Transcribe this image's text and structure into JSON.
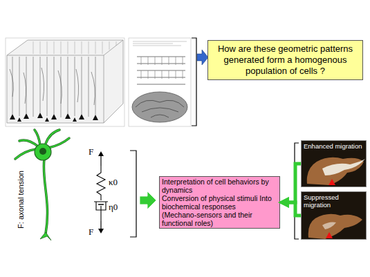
{
  "diagram": {
    "nodes": [
      {
        "text": [
          "How are these geometric patterns generated form a homogenous population of cells ?"
        ]
      },
      {
        "text": [
          "Interpretation of cell behaviors by dynamics",
          "Conversion of physical stimuli Into biochemical responses",
          "(Mechano-sensors and their functional roles)"
        ]
      },
      {
        "text": [
          "Enhanced migration"
        ]
      },
      {
        "text": [
          "Suppressed migration"
        ]
      }
    ],
    "edges": [
      {
        "from": 2,
        "to": 1,
        "arrow": "to"
      },
      {
        "from": 3,
        "to": 1,
        "arrow": "to"
      }
    ],
    "labels": [
      "F: axonal tension",
      "F",
      "κ0",
      "η0",
      "F"
    ]
  }
}
